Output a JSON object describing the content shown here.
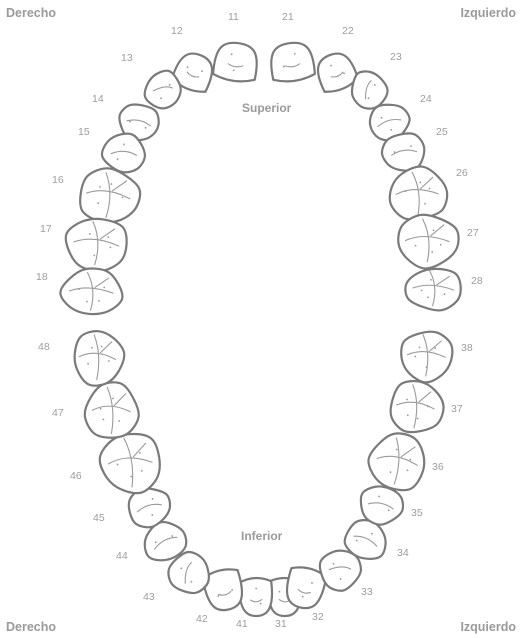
{
  "labels": {
    "top_left": "Derecho",
    "top_right": "Izquierdo",
    "bottom_left": "Derecho",
    "bottom_right": "Izquierdo"
  },
  "arches": {
    "upper": "Superior",
    "lower": "Inferior"
  },
  "colors": {
    "outline": "#7a7a7a",
    "label": "#9a9a9a",
    "number": "#9d9d9d"
  },
  "teeth": [
    {
      "number": "11",
      "arch": "upper",
      "kind": "incisor"
    },
    {
      "number": "12",
      "arch": "upper",
      "kind": "incisor"
    },
    {
      "number": "13",
      "arch": "upper",
      "kind": "canine"
    },
    {
      "number": "14",
      "arch": "upper",
      "kind": "premolar"
    },
    {
      "number": "15",
      "arch": "upper",
      "kind": "premolar"
    },
    {
      "number": "16",
      "arch": "upper",
      "kind": "molar"
    },
    {
      "number": "17",
      "arch": "upper",
      "kind": "molar"
    },
    {
      "number": "18",
      "arch": "upper",
      "kind": "molar"
    },
    {
      "number": "21",
      "arch": "upper",
      "kind": "incisor"
    },
    {
      "number": "22",
      "arch": "upper",
      "kind": "incisor"
    },
    {
      "number": "23",
      "arch": "upper",
      "kind": "canine"
    },
    {
      "number": "24",
      "arch": "upper",
      "kind": "premolar"
    },
    {
      "number": "25",
      "arch": "upper",
      "kind": "premolar"
    },
    {
      "number": "26",
      "arch": "upper",
      "kind": "molar"
    },
    {
      "number": "27",
      "arch": "upper",
      "kind": "molar"
    },
    {
      "number": "28",
      "arch": "upper",
      "kind": "molar"
    },
    {
      "number": "31",
      "arch": "lower",
      "kind": "incisor"
    },
    {
      "number": "32",
      "arch": "lower",
      "kind": "incisor"
    },
    {
      "number": "33",
      "arch": "lower",
      "kind": "canine"
    },
    {
      "number": "34",
      "arch": "lower",
      "kind": "premolar"
    },
    {
      "number": "35",
      "arch": "lower",
      "kind": "premolar"
    },
    {
      "number": "36",
      "arch": "lower",
      "kind": "molar"
    },
    {
      "number": "37",
      "arch": "lower",
      "kind": "molar"
    },
    {
      "number": "38",
      "arch": "lower",
      "kind": "molar"
    },
    {
      "number": "41",
      "arch": "lower",
      "kind": "incisor"
    },
    {
      "number": "42",
      "arch": "lower",
      "kind": "incisor"
    },
    {
      "number": "43",
      "arch": "lower",
      "kind": "canine"
    },
    {
      "number": "44",
      "arch": "lower",
      "kind": "premolar"
    },
    {
      "number": "45",
      "arch": "lower",
      "kind": "premolar"
    },
    {
      "number": "46",
      "arch": "lower",
      "kind": "molar"
    },
    {
      "number": "47",
      "arch": "lower",
      "kind": "molar"
    },
    {
      "number": "48",
      "arch": "lower",
      "kind": "molar"
    }
  ]
}
